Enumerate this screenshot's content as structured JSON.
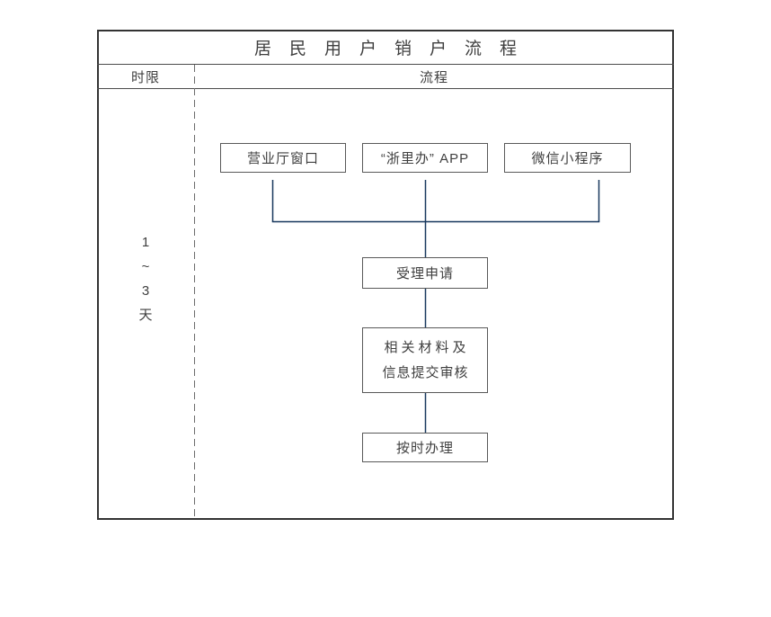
{
  "title": "居民用户销户流程",
  "header": {
    "time_column_label": "时限",
    "process_column_label": "流程"
  },
  "time_limit": {
    "lines": [
      "1",
      "~",
      "3",
      "天"
    ]
  },
  "flow": {
    "nodes": {
      "business_hall": "营业厅窗口",
      "zheliban_app": "“浙里办” APP",
      "wechat_mini_program": "微信小程序",
      "accept_application": "受理申请",
      "materials_review_line1": "相关材料及",
      "materials_review_line2": "信息提交审核",
      "timely_handling": "按时办理"
    }
  },
  "colors": {
    "background": "#ffffff",
    "frame_border": "#333333",
    "grid_line": "#4d4d4d",
    "dashed_divider": "#6b6b6b",
    "box_border": "#595959",
    "text": "#3f3f3f",
    "connector": "#17375d"
  }
}
